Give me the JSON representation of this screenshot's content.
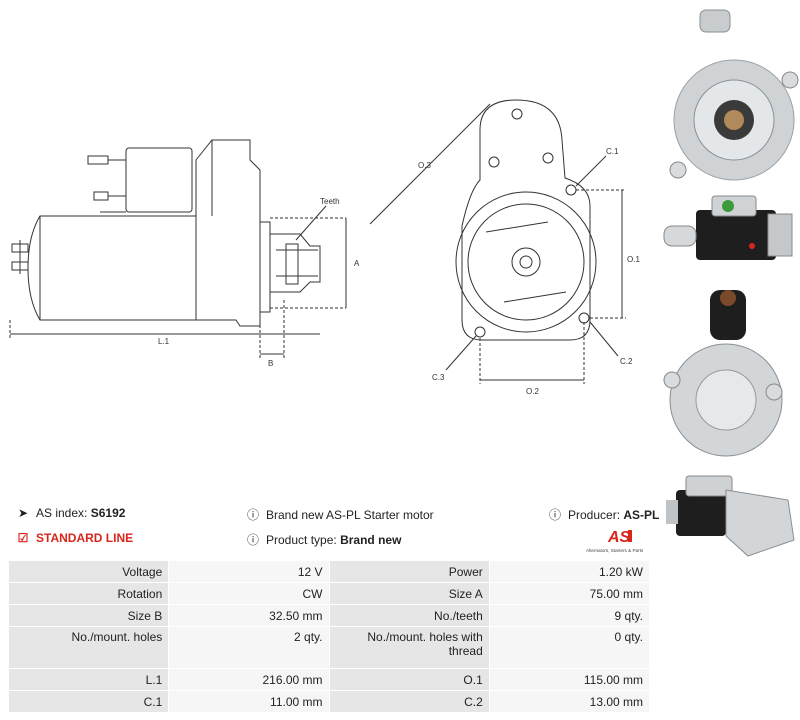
{
  "diagram_labels": {
    "teeth": "Teeth",
    "a": "A",
    "b": "B",
    "l1": "L.1",
    "o3": "O.3",
    "c1": "C.1",
    "o1": "O.1",
    "c2": "C.2",
    "c3": "C.3",
    "o2": "O.2"
  },
  "info": {
    "index_label": "AS index:",
    "index_value": "S6192",
    "line_label": "STANDARD LINE",
    "desc": "Brand new AS-PL Starter motor",
    "type_label": "Product type:",
    "type_value": "Brand new",
    "producer_label": "Producer:",
    "producer_value": "AS-PL",
    "logo_text": "AS",
    "logo_tagline": "Alternators, Starters & Parts"
  },
  "specs": [
    {
      "k1": "Voltage",
      "v1": "12 V",
      "k2": "Power",
      "v2": "1.20 kW"
    },
    {
      "k1": "Rotation",
      "v1": "CW",
      "k2": "Size A",
      "v2": "75.00 mm"
    },
    {
      "k1": "Size B",
      "v1": "32.50 mm",
      "k2": "No./teeth",
      "v2": "9 qty."
    },
    {
      "k1": "No./mount. holes",
      "v1": "2 qty.",
      "k2": "No./mount. holes with thread",
      "v2": "0 qty."
    },
    {
      "k1": "L.1",
      "v1": "216.00 mm",
      "k2": "O.1",
      "v2": "115.00 mm"
    },
    {
      "k1": "C.1",
      "v1": "11.00 mm",
      "k2": "C.2",
      "v2": "13.00 mm"
    }
  ],
  "colors": {
    "accent_red": "#d9261c",
    "key_bg": "#e6e6e6",
    "val_bg": "#f6f6f6"
  }
}
